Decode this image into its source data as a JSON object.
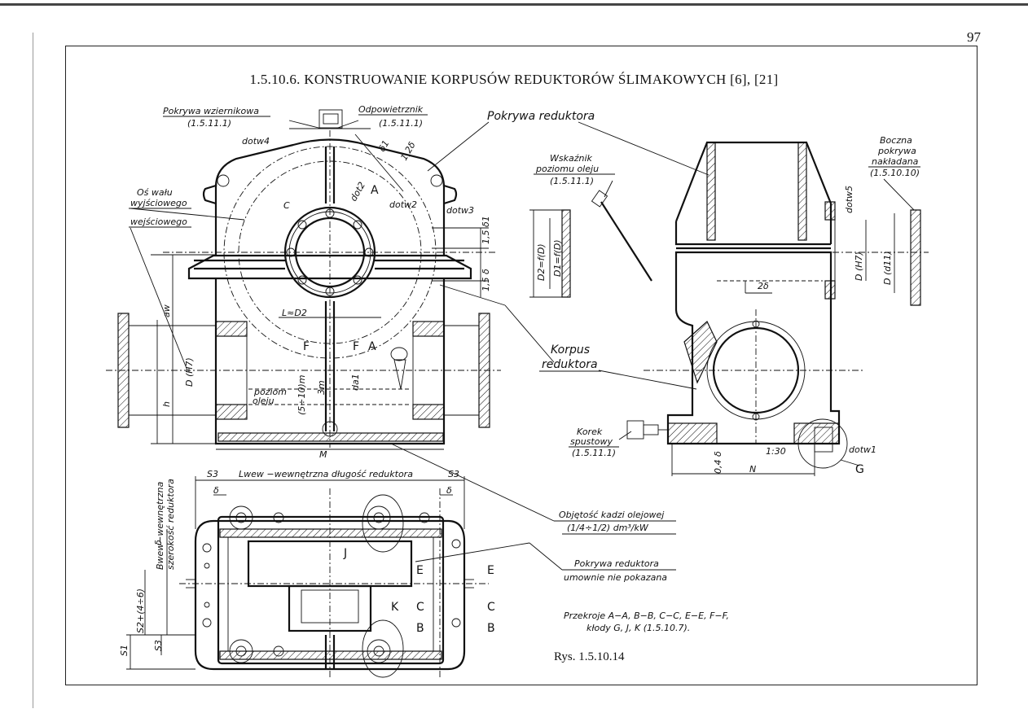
{
  "page": {
    "number": "97",
    "figure": "Rys. 1.5.10.14"
  },
  "title": "1.5.10.6. KONSTRUOWANIE KORPUSÓW REDUKTORÓW ŚLIMAKOWYCH [6], [21]",
  "labels": {
    "pokrywa_wziernikowa": "Pokrywa wziernikowa",
    "ref_1511_a": "(1.5.11.1)",
    "odpowietrznik": "Odpowietrznik",
    "ref_1511_b": "(1.5.11.1)",
    "d_otw4": "dotw4",
    "pokrywa_reduktora": "Pokrywa reduktora",
    "os_walu": "Oś wału",
    "wyjsciowego": "wyjściowego",
    "wejsciowego": "wejściowego",
    "wskaznik": "Wskaźnik",
    "poziomu_oleju": "poziomu oleju",
    "ref_1511_c": "(1.5.11.1)",
    "boczna": "Boczna",
    "pokrywa2": "pokrywa",
    "nakladana": "nakładana",
    "ref_15101": "(1.5.10.10)",
    "korpus": "Korpus",
    "reduktora": "reduktora",
    "korek": "Korek",
    "spustowy": "spustowy",
    "ref_1511_d": "(1.5.11.1)",
    "lwew": "Lwew −wewnętrzna długość reduktora",
    "objetosc": "Objętość kadzi olejowej",
    "objetosc_val": "(1/4÷1/2) dm³/kW",
    "pokrywa_red2": "Pokrywa reduktora",
    "umownie": "umownie nie pokazana",
    "przekroje1": "Przekroje A−A, B−B, C−C, E−E, F−F,",
    "przekroje2": "kłody G, J, K (1.5.10.7).",
    "poziom": "poziom",
    "oleju": "oleju",
    "bwew1": "Bwew−wewnętrzna",
    "bwew2": "szerokość reduktora",
    "s2": "S2+(4÷6)",
    "s1": "S1",
    "s3": "S3",
    "delta": "δ",
    "a_w": "aw",
    "d_h7": "D (H7)",
    "h": "h",
    "m": "M",
    "n": "N",
    "d2fd": "D2=f(D)",
    "d1fd": "D1=f(D)",
    "dh7r": "D (H7)",
    "dd11": "D (d11)",
    "two_delta": "2δ",
    "slope": "1:30",
    "d_otw1": "dotw1",
    "d_otw5": "dotw5",
    "d_otw3": "dotw3",
    "d_otw2": "dotw2",
    "d_ot2": "dot2",
    "d_a1": "da1",
    "three_m": "3m",
    "five_ten_m": "(5÷10)m",
    "l_d2": "L≈D2",
    "one5d1": "1,5 δ1",
    "one5d": "1,5 δ",
    "one2d": "1,2δ",
    "delta1": "δ1",
    "zero4d": "0,4 δ",
    "c": "C"
  },
  "sections": {
    "A": "A",
    "F": "F",
    "E": "E",
    "C": "C",
    "B": "B",
    "G": "G",
    "J": "J",
    "K": "K"
  }
}
